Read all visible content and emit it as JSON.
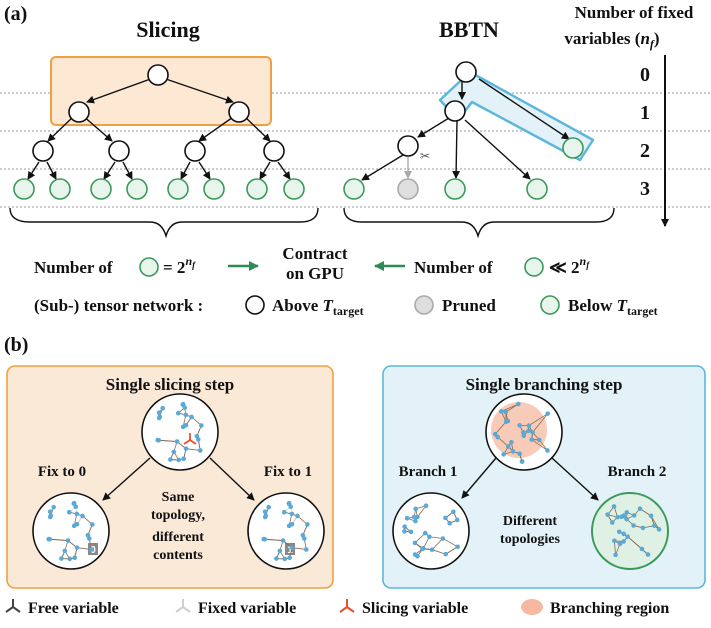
{
  "panel_a": {
    "label": "(a)",
    "slicing_title": "Slicing",
    "bbtn_title": "BBTN",
    "nf_title_line1": "Number of fixed",
    "nf_title_line2": "variables (",
    "nf_symbol": "n",
    "nf_sub": "f",
    "nf_close": ")",
    "levels": [
      "0",
      "1",
      "2",
      "3"
    ],
    "left_count_prefix": "Number of",
    "left_count_eq": "= 2",
    "exp_n": "n",
    "exp_f": "f",
    "contract_line1": "Contract",
    "contract_line2": "on GPU",
    "right_count_prefix": "Number of",
    "right_count_ll": "≪ 2",
    "legend_label": "(Sub-) tensor network :",
    "legend_above": "Above ",
    "legend_pruned": "Pruned",
    "legend_below": "Below ",
    "T": "T",
    "target": "target"
  },
  "panel_b": {
    "label": "(b)",
    "slicing_box_title": "Single slicing step",
    "fix0": "Fix to 0",
    "fix1": "Fix to 1",
    "mid_text": [
      "Same",
      "topology,",
      "different",
      "contents"
    ],
    "val0": "0",
    "val1": "1",
    "branching_box_title": "Single branching step",
    "branch1": "Branch 1",
    "branch2": "Branch 2",
    "mid_text2": [
      "Different",
      "topologies"
    ]
  },
  "legend_b": {
    "free": "Free variable",
    "fixed": "Fixed variable",
    "slicing": "Slicing variable",
    "branching": "Branching region"
  },
  "colors": {
    "orange_border": "#f0a040",
    "orange_fill": "#fde8d4",
    "blue_border": "#5bb8dc",
    "blue_fill": "#e3f1f8",
    "green": "#3a9a5b",
    "green_fill": "#e8f5ec",
    "grey": "#bdbdbd",
    "arrow_green": "#2e8b57",
    "slice_red": "#e8502a",
    "node_blue": "#5aa9d6"
  }
}
